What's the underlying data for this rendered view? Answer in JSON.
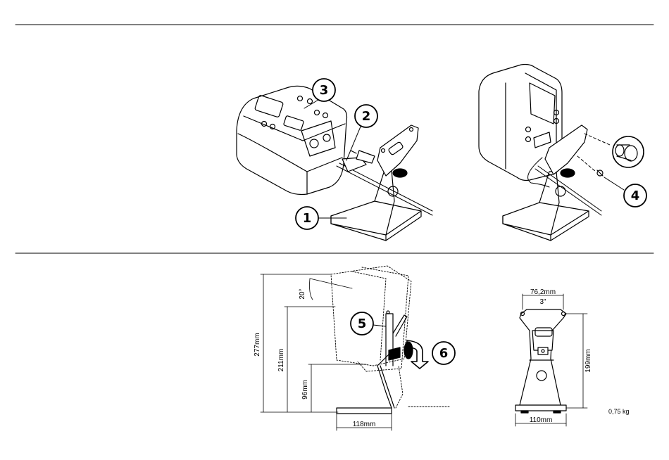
{
  "callouts": {
    "c1": "1",
    "c2": "2",
    "c3": "3",
    "c4": "4",
    "c5": "5",
    "c6": "6"
  },
  "side_view": {
    "tilt_angle": "20°",
    "total_height": "277mm",
    "mid_height": "211mm",
    "low_height": "96mm",
    "base_width": "118mm"
  },
  "front_view": {
    "hole_spacing_mm": "76,2mm",
    "hole_spacing_in": "3\"",
    "height": "199mm",
    "base_width": "110mm",
    "weight": "0,75 kg"
  }
}
